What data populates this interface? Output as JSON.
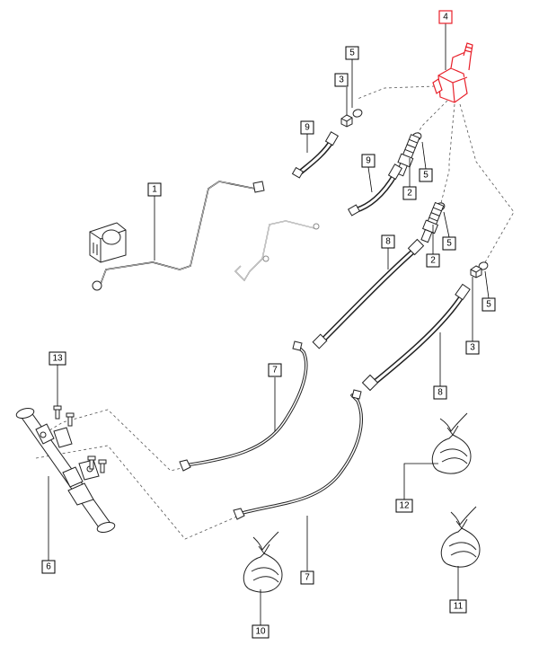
{
  "highlight_color": "#e8202a",
  "callouts": [
    {
      "id": "c1",
      "label": "1"
    },
    {
      "id": "c2a",
      "label": "2"
    },
    {
      "id": "c2b",
      "label": "2"
    },
    {
      "id": "c3a",
      "label": "3"
    },
    {
      "id": "c3b",
      "label": "3"
    },
    {
      "id": "c4",
      "label": "4",
      "highlight": true
    },
    {
      "id": "c5a",
      "label": "5"
    },
    {
      "id": "c5b",
      "label": "5"
    },
    {
      "id": "c5c",
      "label": "5"
    },
    {
      "id": "c5d",
      "label": "5"
    },
    {
      "id": "c6",
      "label": "6"
    },
    {
      "id": "c7a",
      "label": "7"
    },
    {
      "id": "c7b",
      "label": "7"
    },
    {
      "id": "c8a",
      "label": "8"
    },
    {
      "id": "c8b",
      "label": "8"
    },
    {
      "id": "c9a",
      "label": "9"
    },
    {
      "id": "c9b",
      "label": "9"
    },
    {
      "id": "c10",
      "label": "10"
    },
    {
      "id": "c11",
      "label": "11"
    },
    {
      "id": "c12",
      "label": "12"
    },
    {
      "id": "c13",
      "label": "13"
    }
  ]
}
